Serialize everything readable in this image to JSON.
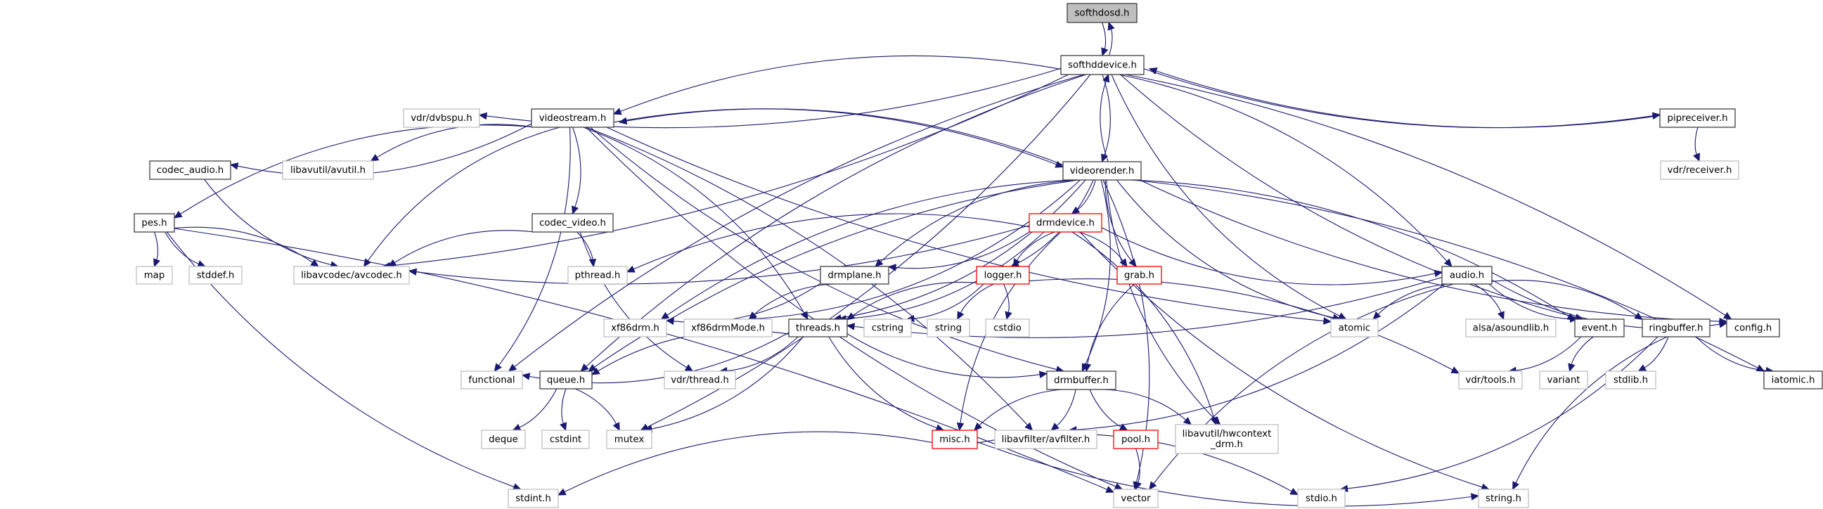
{
  "diagram": {
    "type": "include-dependency-graph",
    "colors": {
      "edge": "#191970",
      "root_fill": "#bfbfbf",
      "root_border": "#404040",
      "documented_border": "#404040",
      "undocumented_border": "#bfbfbf",
      "truncated_border": "#ff0000",
      "node_fill": "#ffffff"
    },
    "nodes": [
      {
        "id": "softhdosd",
        "label": "softhdosd.h",
        "kind": "root"
      },
      {
        "id": "softhddevice",
        "label": "softhddevice.h",
        "kind": "documented"
      },
      {
        "id": "dvbspu",
        "label": "vdr/dvbspu.h",
        "kind": "external"
      },
      {
        "id": "videostream",
        "label": "videostream.h",
        "kind": "documented"
      },
      {
        "id": "pipreceiver",
        "label": "pipreceiver.h",
        "kind": "documented"
      },
      {
        "id": "receiver",
        "label": "vdr/receiver.h",
        "kind": "external"
      },
      {
        "id": "codec_audio",
        "label": "codec_audio.h",
        "kind": "documented"
      },
      {
        "id": "avutil",
        "label": "libavutil/avutil.h",
        "kind": "external"
      },
      {
        "id": "videorender",
        "label": "videorender.h",
        "kind": "documented"
      },
      {
        "id": "pes",
        "label": "pes.h",
        "kind": "documented"
      },
      {
        "id": "codec_video",
        "label": "codec_video.h",
        "kind": "documented"
      },
      {
        "id": "drmdevice",
        "label": "drmdevice.h",
        "kind": "truncated"
      },
      {
        "id": "map",
        "label": "map",
        "kind": "external"
      },
      {
        "id": "stddef",
        "label": "stddef.h",
        "kind": "external"
      },
      {
        "id": "avcodec",
        "label": "libavcodec/avcodec.h",
        "kind": "external"
      },
      {
        "id": "pthread",
        "label": "pthread.h",
        "kind": "external"
      },
      {
        "id": "drmplane",
        "label": "drmplane.h",
        "kind": "documented"
      },
      {
        "id": "logger",
        "label": "logger.h",
        "kind": "truncated"
      },
      {
        "id": "grab",
        "label": "grab.h",
        "kind": "truncated"
      },
      {
        "id": "audio",
        "label": "audio.h",
        "kind": "documented"
      },
      {
        "id": "xf86drm",
        "label": "xf86drm.h",
        "kind": "external"
      },
      {
        "id": "xf86drmMode",
        "label": "xf86drmMode.h",
        "kind": "external"
      },
      {
        "id": "threads",
        "label": "threads.h",
        "kind": "documented"
      },
      {
        "id": "cstring",
        "label": "cstring",
        "kind": "external"
      },
      {
        "id": "string",
        "label": "string",
        "kind": "external"
      },
      {
        "id": "cstdio",
        "label": "cstdio",
        "kind": "external"
      },
      {
        "id": "atomic",
        "label": "atomic",
        "kind": "external"
      },
      {
        "id": "asoundlib",
        "label": "alsa/asoundlib.h",
        "kind": "external"
      },
      {
        "id": "event",
        "label": "event.h",
        "kind": "documented"
      },
      {
        "id": "ringbuffer",
        "label": "ringbuffer.h",
        "kind": "documented"
      },
      {
        "id": "config",
        "label": "config.h",
        "kind": "documented"
      },
      {
        "id": "functional",
        "label": "functional",
        "kind": "external"
      },
      {
        "id": "queue",
        "label": "queue.h",
        "kind": "documented"
      },
      {
        "id": "vdrthread",
        "label": "vdr/thread.h",
        "kind": "external"
      },
      {
        "id": "drmbuffer",
        "label": "drmbuffer.h",
        "kind": "documented"
      },
      {
        "id": "vdrtools",
        "label": "vdr/tools.h",
        "kind": "external"
      },
      {
        "id": "variant",
        "label": "variant",
        "kind": "external"
      },
      {
        "id": "stdlib",
        "label": "stdlib.h",
        "kind": "external"
      },
      {
        "id": "iatomic",
        "label": "iatomic.h",
        "kind": "documented"
      },
      {
        "id": "deque",
        "label": "deque",
        "kind": "external"
      },
      {
        "id": "cstdint",
        "label": "cstdint",
        "kind": "external"
      },
      {
        "id": "mutex",
        "label": "mutex",
        "kind": "external"
      },
      {
        "id": "misc",
        "label": "misc.h",
        "kind": "truncated"
      },
      {
        "id": "avfilter",
        "label": "libavfilter/avfilter.h",
        "kind": "external"
      },
      {
        "id": "pool",
        "label": "pool.h",
        "kind": "truncated"
      },
      {
        "id": "hwcontext",
        "label": "libavutil/hwcontext_drm.h",
        "label_lines": [
          "libavutil/hwcontext",
          "_drm.h"
        ],
        "kind": "external"
      },
      {
        "id": "stdint",
        "label": "stdint.h",
        "kind": "external"
      },
      {
        "id": "vector",
        "label": "vector",
        "kind": "external"
      },
      {
        "id": "stdio",
        "label": "stdio.h",
        "kind": "external"
      },
      {
        "id": "stringh",
        "label": "string.h",
        "kind": "external"
      }
    ],
    "edges": [
      [
        "softhdosd",
        "softhddevice"
      ],
      [
        "softhddevice",
        "softhdosd"
      ],
      [
        "softhddevice",
        "dvbspu"
      ],
      [
        "softhddevice",
        "videostream"
      ],
      [
        "softhddevice",
        "videorender"
      ],
      [
        "softhddevice",
        "pipreceiver"
      ],
      [
        "softhddevice",
        "audio"
      ],
      [
        "softhddevice",
        "event"
      ],
      [
        "softhddevice",
        "config"
      ],
      [
        "softhddevice",
        "atomic"
      ],
      [
        "softhddevice",
        "avcodec"
      ],
      [
        "softhddevice",
        "functional"
      ],
      [
        "softhddevice",
        "mutex"
      ],
      [
        "softhddevice",
        "queue"
      ],
      [
        "pipreceiver",
        "softhddevice"
      ],
      [
        "pipreceiver",
        "receiver"
      ],
      [
        "videostream",
        "codec_audio"
      ],
      [
        "videostream",
        "avutil"
      ],
      [
        "videostream",
        "videorender"
      ],
      [
        "videostream",
        "pes"
      ],
      [
        "videostream",
        "codec_video"
      ],
      [
        "videostream",
        "avcodec"
      ],
      [
        "videostream",
        "threads"
      ],
      [
        "videostream",
        "drmbuffer"
      ],
      [
        "videostream",
        "functional"
      ],
      [
        "videostream",
        "vector"
      ],
      [
        "videostream",
        "avfilter"
      ],
      [
        "videostream",
        "atomic"
      ],
      [
        "videorender",
        "softhddevice"
      ],
      [
        "videorender",
        "videostream"
      ],
      [
        "videorender",
        "drmdevice"
      ],
      [
        "videorender",
        "drmplane"
      ],
      [
        "videorender",
        "logger"
      ],
      [
        "videorender",
        "grab"
      ],
      [
        "videorender",
        "threads"
      ],
      [
        "videorender",
        "xf86drm"
      ],
      [
        "videorender",
        "xf86drmMode"
      ],
      [
        "videorender",
        "queue"
      ],
      [
        "videorender",
        "drmbuffer"
      ],
      [
        "videorender",
        "hwcontext"
      ],
      [
        "videorender",
        "vector"
      ],
      [
        "videorender",
        "atomic"
      ],
      [
        "videorender",
        "event"
      ],
      [
        "videorender",
        "config"
      ],
      [
        "videorender",
        "iatomic"
      ],
      [
        "codec_audio",
        "avcodec"
      ],
      [
        "pes",
        "map"
      ],
      [
        "pes",
        "stddef"
      ],
      [
        "pes",
        "avcodec"
      ],
      [
        "pes",
        "stdint"
      ],
      [
        "pes",
        "vector"
      ],
      [
        "codec_video",
        "avcodec"
      ],
      [
        "codec_video",
        "pthread"
      ],
      [
        "codec_video",
        "vdrthread"
      ],
      [
        "drmdevice",
        "avcodec"
      ],
      [
        "drmdevice",
        "pthread"
      ],
      [
        "drmdevice",
        "drmplane"
      ],
      [
        "drmdevice",
        "logger"
      ],
      [
        "drmdevice",
        "grab"
      ],
      [
        "drmdevice",
        "audio"
      ],
      [
        "drmdevice",
        "threads"
      ],
      [
        "drmdevice",
        "misc"
      ],
      [
        "drmdevice",
        "hwcontext"
      ],
      [
        "drmdevice",
        "stringh"
      ],
      [
        "drmplane",
        "xf86drm"
      ],
      [
        "drmplane",
        "xf86drmMode"
      ],
      [
        "logger",
        "cstring"
      ],
      [
        "logger",
        "string"
      ],
      [
        "logger",
        "cstdio"
      ],
      [
        "logger",
        "threads"
      ],
      [
        "logger",
        "vdrtools"
      ],
      [
        "grab",
        "drmbuffer"
      ],
      [
        "audio",
        "threads"
      ],
      [
        "audio",
        "atomic"
      ],
      [
        "audio",
        "asoundlib"
      ],
      [
        "audio",
        "event"
      ],
      [
        "audio",
        "ringbuffer"
      ],
      [
        "audio",
        "config"
      ],
      [
        "audio",
        "avfilter"
      ],
      [
        "audio",
        "vector"
      ],
      [
        "threads",
        "functional"
      ],
      [
        "threads",
        "queue"
      ],
      [
        "threads",
        "vdrthread"
      ],
      [
        "threads",
        "drmbuffer"
      ],
      [
        "threads",
        "mutex"
      ],
      [
        "threads",
        "misc"
      ],
      [
        "event",
        "vdrtools"
      ],
      [
        "event",
        "variant"
      ],
      [
        "ringbuffer",
        "stdlib"
      ],
      [
        "ringbuffer",
        "iatomic"
      ],
      [
        "ringbuffer",
        "stdio"
      ],
      [
        "ringbuffer",
        "stringh"
      ],
      [
        "queue",
        "deque"
      ],
      [
        "queue",
        "cstdint"
      ],
      [
        "queue",
        "mutex"
      ],
      [
        "drmbuffer",
        "misc"
      ],
      [
        "drmbuffer",
        "avfilter"
      ],
      [
        "drmbuffer",
        "pool"
      ],
      [
        "drmbuffer",
        "hwcontext"
      ],
      [
        "misc",
        "stdint"
      ],
      [
        "misc",
        "stdio"
      ],
      [
        "misc",
        "stringh"
      ],
      [
        "pool",
        "vector"
      ]
    ]
  }
}
